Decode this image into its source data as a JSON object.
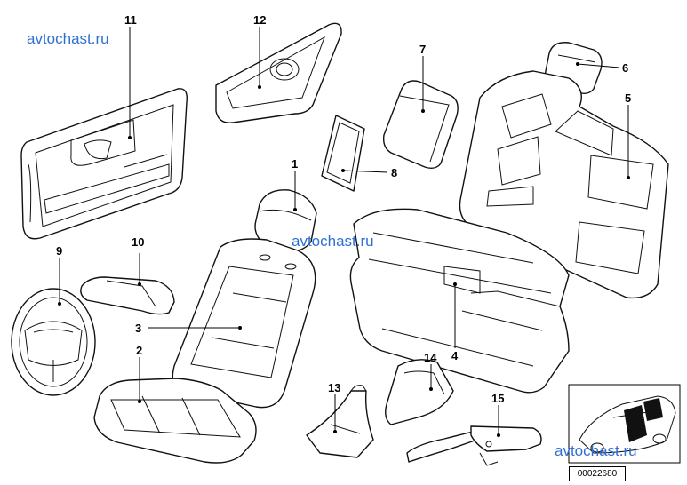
{
  "diagram": {
    "reference_number": "00022680",
    "watermarks": [
      "avtochast.ru",
      "avtochast.ru",
      "avtochast.ru"
    ],
    "callouts": [
      {
        "id": "1",
        "label": "1"
      },
      {
        "id": "2",
        "label": "2"
      },
      {
        "id": "3",
        "label": "3"
      },
      {
        "id": "4",
        "label": "4"
      },
      {
        "id": "5",
        "label": "5"
      },
      {
        "id": "6",
        "label": "6"
      },
      {
        "id": "7",
        "label": "7"
      },
      {
        "id": "8",
        "label": "8"
      },
      {
        "id": "9",
        "label": "9"
      },
      {
        "id": "10",
        "label": "10"
      },
      {
        "id": "11",
        "label": "11"
      },
      {
        "id": "12",
        "label": "12"
      },
      {
        "id": "13",
        "label": "13"
      },
      {
        "id": "14",
        "label": "14"
      },
      {
        "id": "15",
        "label": "15"
      }
    ]
  }
}
